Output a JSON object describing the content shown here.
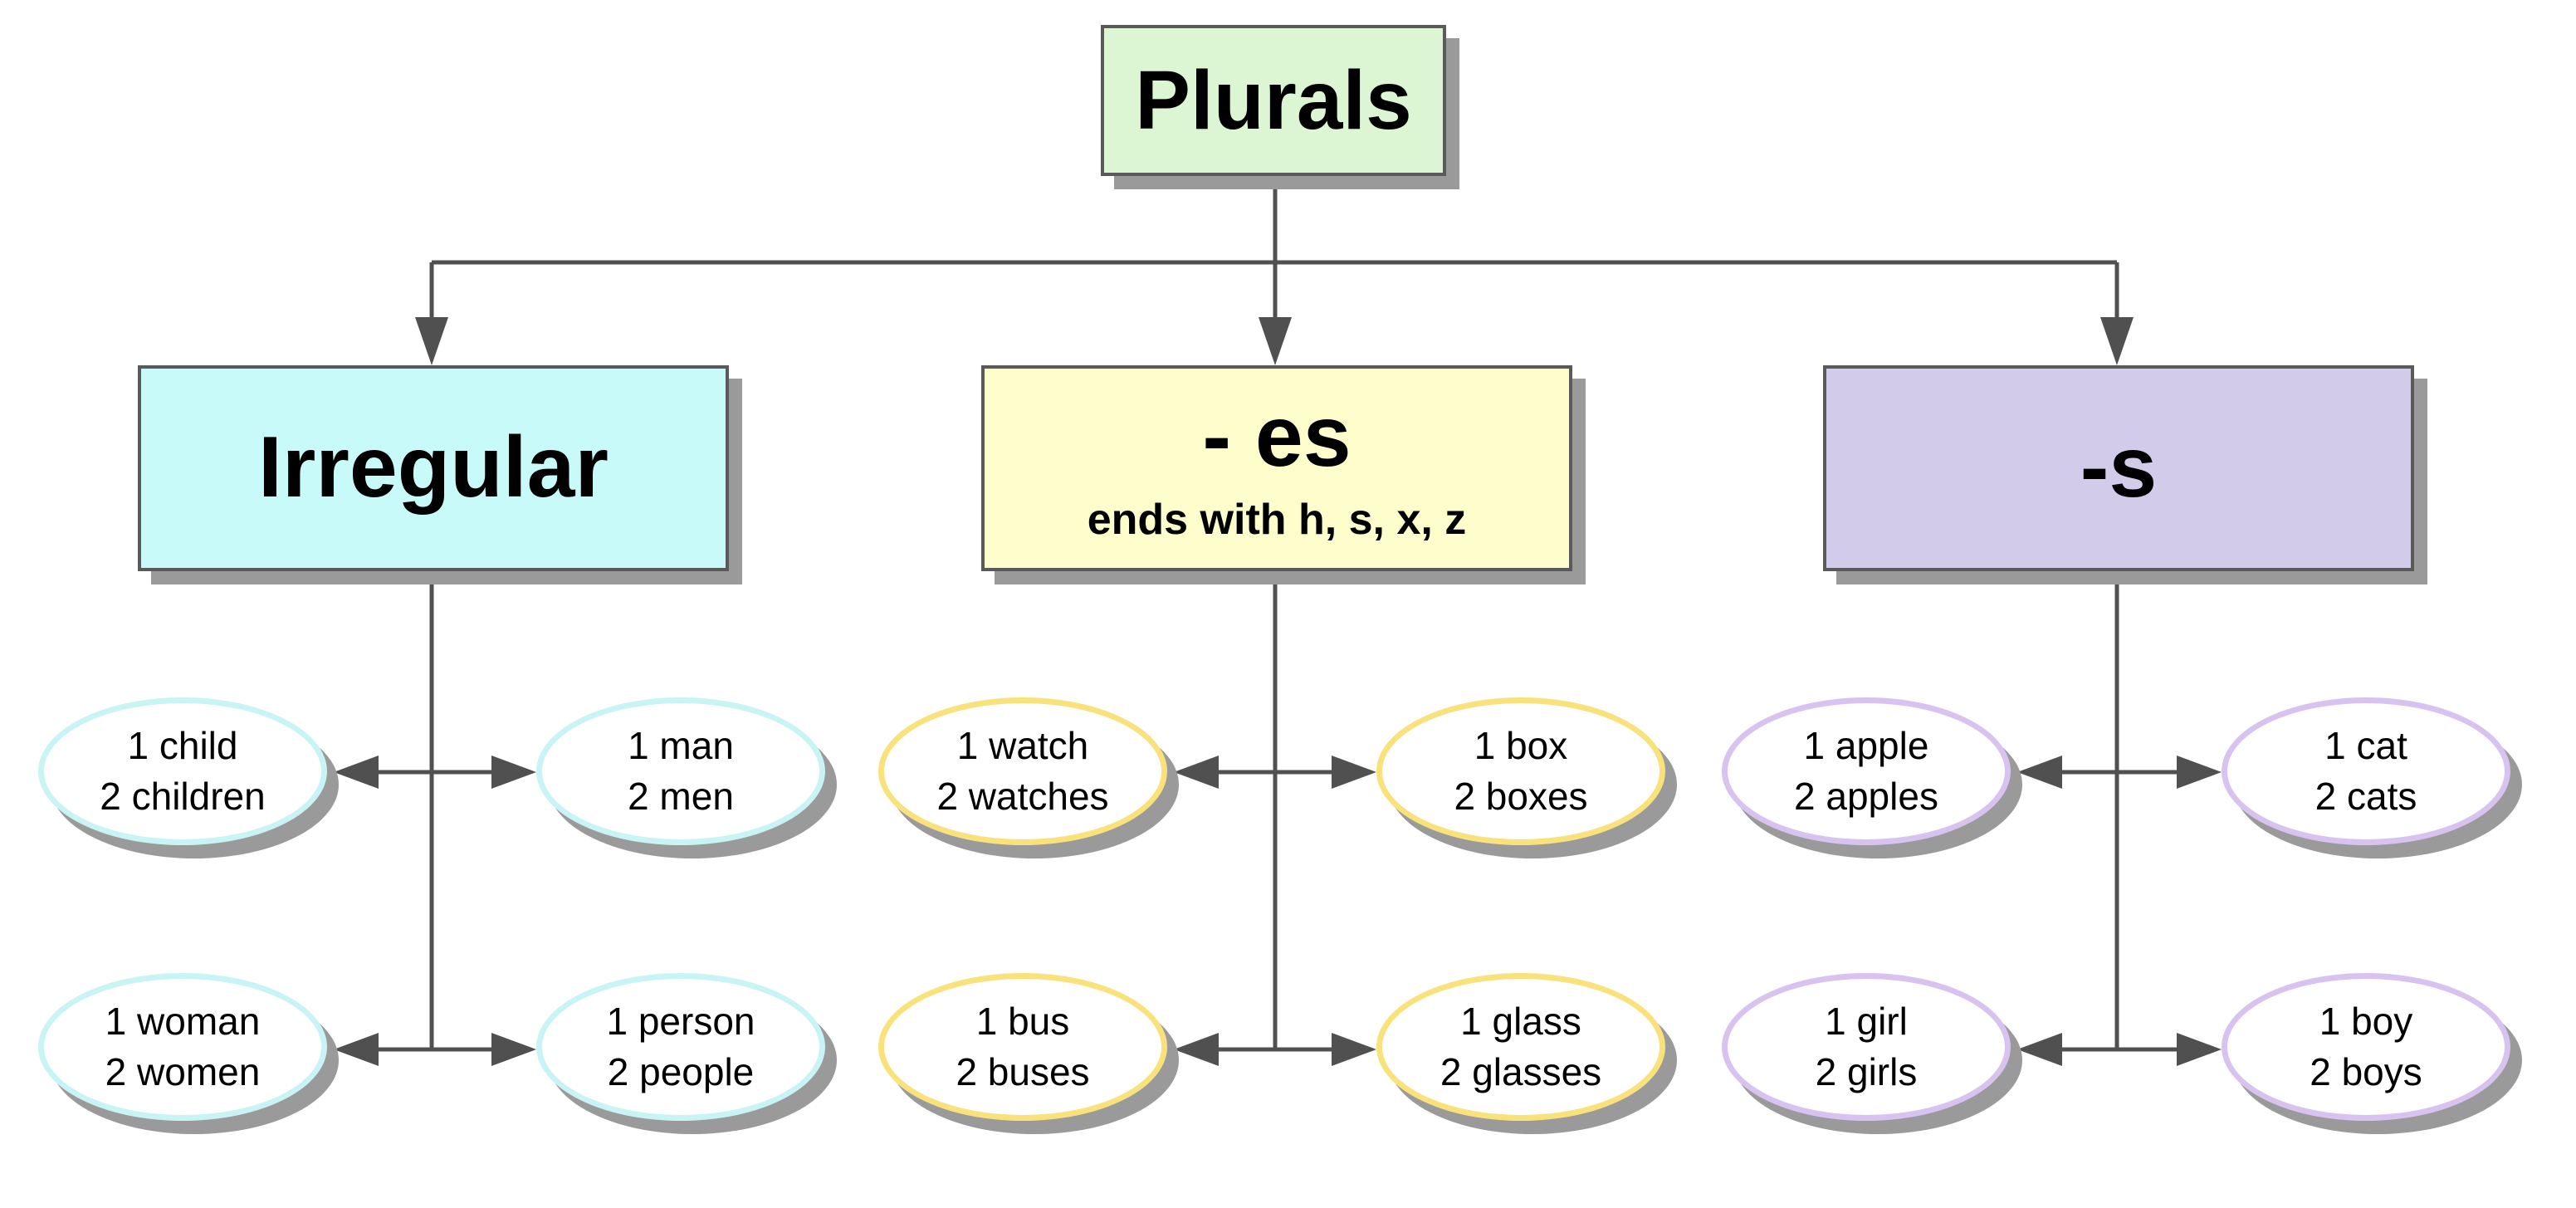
{
  "diagram": {
    "root": {
      "label": "Plurals"
    },
    "categories": [
      {
        "title": "Irregular",
        "subtitle": "",
        "fill": "#c9fafa",
        "oval_border": "#c8f4f6",
        "examples": [
          {
            "singular": "1 child",
            "plural": "2 children"
          },
          {
            "singular": "1 man",
            "plural": "2 men"
          },
          {
            "singular": "1 woman",
            "plural": "2 women"
          },
          {
            "singular": "1 person",
            "plural": "2 people"
          }
        ]
      },
      {
        "title": "- es",
        "subtitle": "ends with h, s, x, z",
        "fill": "#fefdcc",
        "oval_border": "#f9e27c",
        "examples": [
          {
            "singular": "1 watch",
            "plural": "2 watches"
          },
          {
            "singular": "1 box",
            "plural": "2 boxes"
          },
          {
            "singular": "1 bus",
            "plural": "2 buses"
          },
          {
            "singular": "1 glass",
            "plural": "2 glasses"
          }
        ]
      },
      {
        "title": "-s",
        "subtitle": "",
        "fill": "#d2cbe9",
        "oval_border": "#d8c3f0",
        "examples": [
          {
            "singular": "1 apple",
            "plural": "2 apples"
          },
          {
            "singular": "1 cat",
            "plural": "2 cats"
          },
          {
            "singular": "1 girl",
            "plural": "2 girls"
          },
          {
            "singular": "1 boy",
            "plural": "2 boys"
          }
        ]
      }
    ],
    "colors": {
      "connector": "#505050",
      "shadow": "#9a9a9a",
      "root_fill": "#dcf5d2"
    }
  }
}
